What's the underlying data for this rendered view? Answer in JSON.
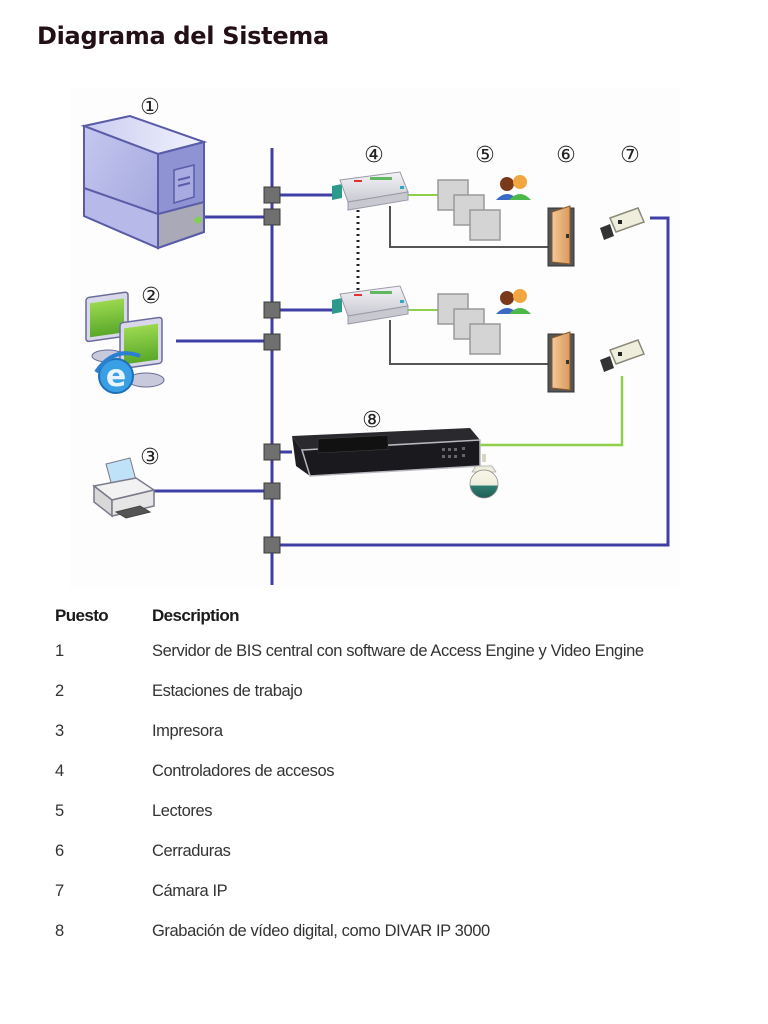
{
  "page": {
    "title": "Diagrama del Sistema"
  },
  "diagram": {
    "colors": {
      "network_line": "#3f3fa6",
      "green_line": "#8fd04a",
      "gray_line": "#555555",
      "junction": "#6f6f6f"
    },
    "components": [
      {
        "number": "1",
        "marker": "①",
        "icon": "server-tower-icon"
      },
      {
        "number": "2",
        "marker": "②",
        "icon": "workstations-icon"
      },
      {
        "number": "3",
        "marker": "③",
        "icon": "printer-icon"
      },
      {
        "number": "4",
        "marker": "④",
        "icon": "access-controller-icon"
      },
      {
        "number": "5",
        "marker": "⑤",
        "icon": "card-reader-icon"
      },
      {
        "number": "6",
        "marker": "⑥",
        "icon": "door-lock-icon"
      },
      {
        "number": "7",
        "marker": "⑦",
        "icon": "ip-camera-icon"
      },
      {
        "number": "8",
        "marker": "⑧",
        "icon": "video-recorder-icon"
      }
    ]
  },
  "legend": {
    "header": {
      "number": "Puesto",
      "description": "Description"
    },
    "rows": [
      {
        "number": "1",
        "description": "Servidor de BIS central con software de Access Engine y Video Engine"
      },
      {
        "number": "2",
        "description": "Estaciones de trabajo"
      },
      {
        "number": "3",
        "description": "Impresora"
      },
      {
        "number": "4",
        "description": "Controladores de accesos"
      },
      {
        "number": "5",
        "description": "Lectores"
      },
      {
        "number": "6",
        "description": "Cerraduras"
      },
      {
        "number": "7",
        "description": "Cámara IP"
      },
      {
        "number": "8",
        "description": "Grabación de vídeo digital, como DIVAR IP 3000"
      }
    ]
  }
}
